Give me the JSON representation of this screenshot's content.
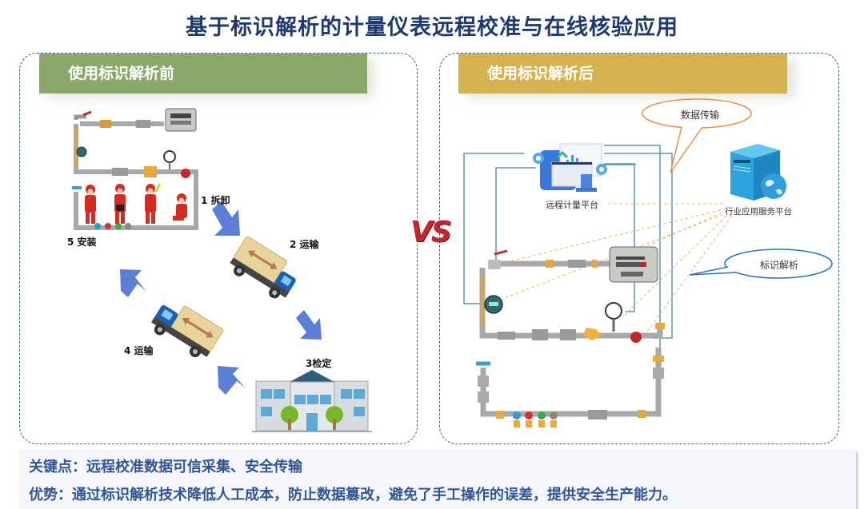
{
  "title": "基于标识解析的计量仪表远程校准与在线核验应用",
  "left_panel": {
    "banner": "使用标识解析前",
    "steps": [
      {
        "num": "1",
        "label": "1 拆卸"
      },
      {
        "num": "2",
        "label": "2 运输"
      },
      {
        "num": "3",
        "label": "3检定"
      },
      {
        "num": "4",
        "label": "4 运输"
      },
      {
        "num": "5",
        "label": "5 安装"
      }
    ]
  },
  "vs_label": "VS",
  "right_panel": {
    "banner": "使用标识解析后",
    "remote_platform": "远程计量平台",
    "industry_platform": "行业应用服务平台",
    "bubble_data_transfer": "数据传输",
    "bubble_identifier": "标识解析"
  },
  "bottom": {
    "key_point": "关键点：远程校准数据可信采集、安全传输",
    "advantage": "优势：通过标识解析技术降低人工成本，防止数据篡改，避免了手工操作的误差，提供安全生产能力。"
  },
  "colors": {
    "title": "#1f3a6e",
    "banner_left": "#8aa968",
    "banner_right": "#d5b150",
    "vs": "#c0282d",
    "arrow": "#5b7fd6",
    "bottom_text": "#2f5597"
  }
}
